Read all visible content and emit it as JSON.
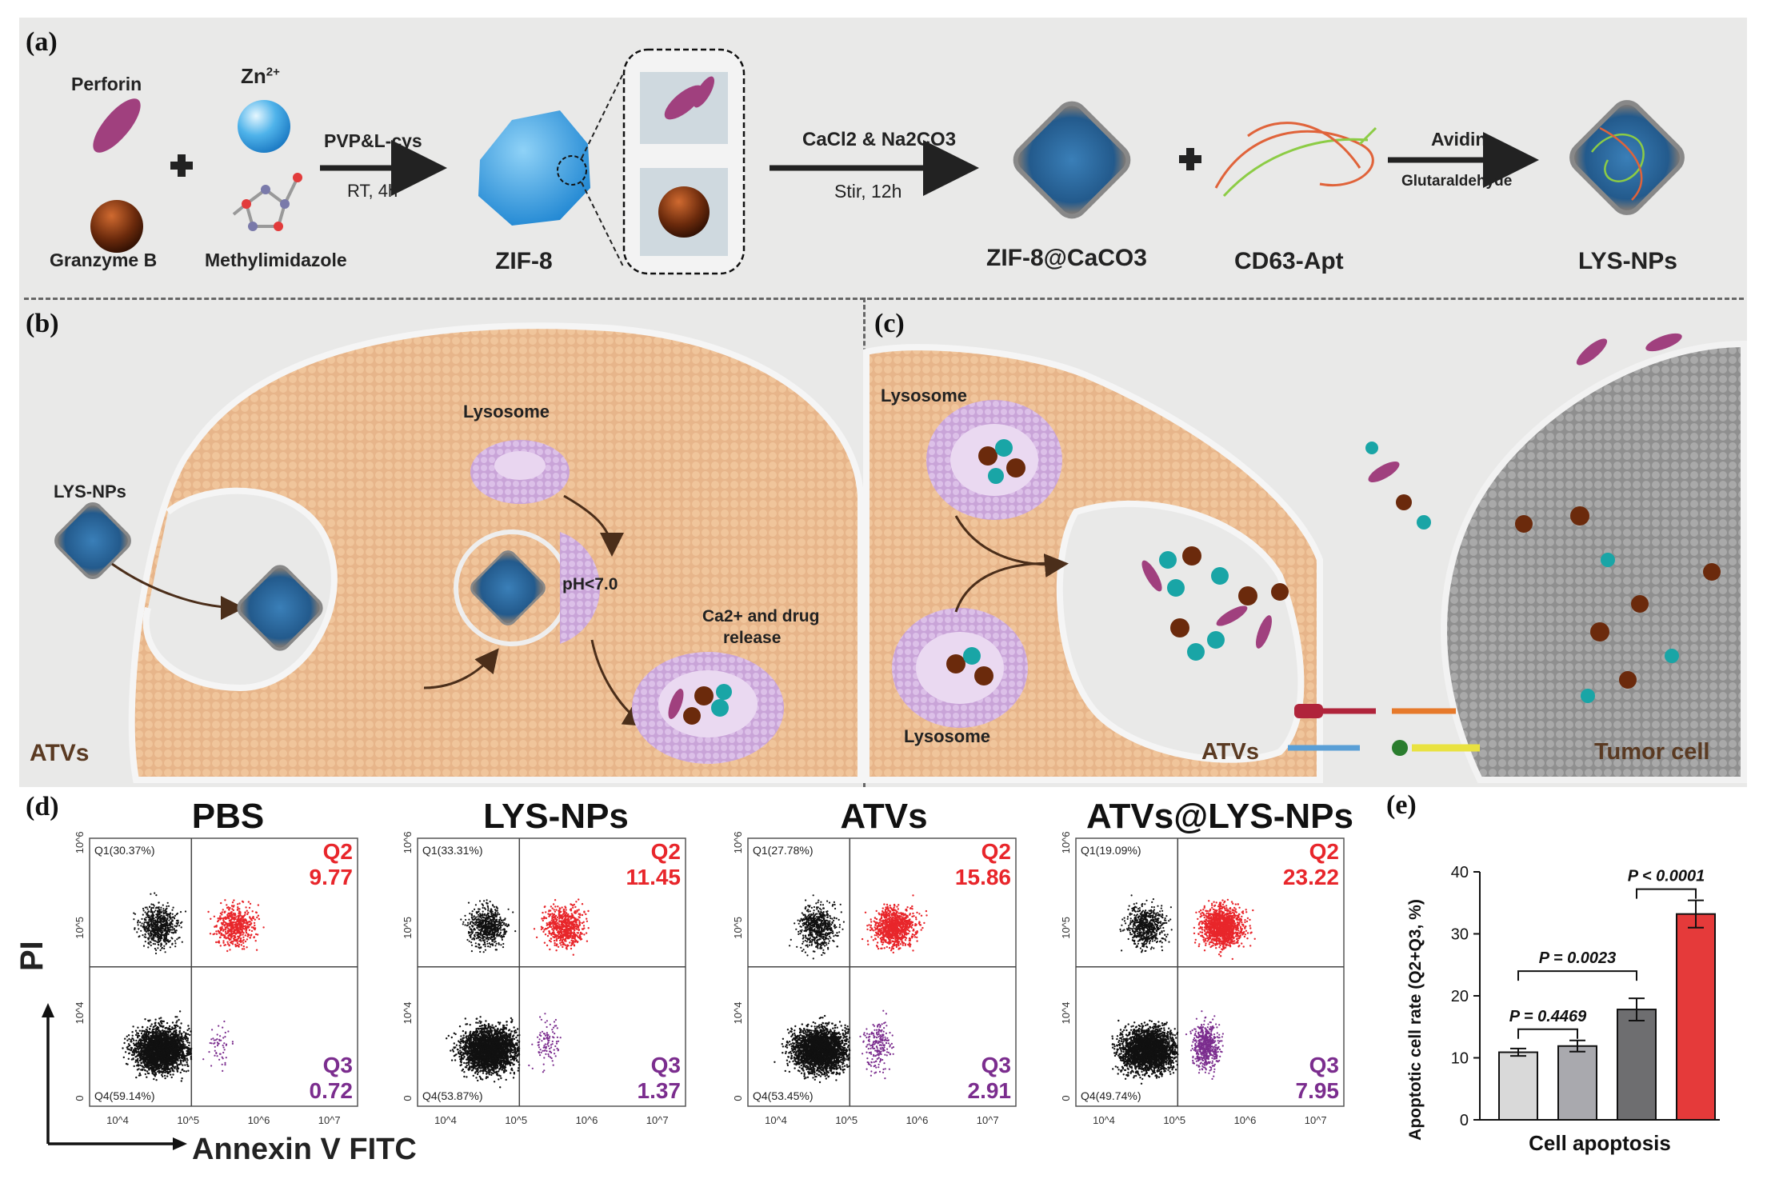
{
  "panel_labels": {
    "a": "(a)",
    "b": "(b)",
    "c": "(c)",
    "d": "(d)",
    "e": "(e)"
  },
  "panel_a": {
    "perforin": "Perforin",
    "granzyme": "Granzyme B",
    "zn": "Zn",
    "zn_sup": "2+",
    "methylimidazole": "Methylimidazole",
    "step1_top": "PVP&L-cys",
    "step1_bottom": "RT, 4h",
    "zif8": "ZIF-8",
    "step2_top": "CaCl2 & Na2CO3",
    "step2_bottom": "Stir, 12h",
    "zif8caco3": "ZIF-8@CaCO3",
    "cd63": "CD63-Apt",
    "step3_top": "Avidin",
    "step3_bottom": "Glutaraldehyde",
    "lysnps": "LYS-NPs",
    "plus": "✚"
  },
  "panel_b": {
    "lysosome": "Lysosome",
    "lysnps": "LYS-NPs",
    "ph": "pH<7.0",
    "release_line1": "Ca2+ and drug",
    "release_line2": "release",
    "atvs": "ATVs"
  },
  "panel_c": {
    "lysosome_top": "Lysosome",
    "lysosome_bottom": "Lysosome",
    "atvs": "ATVs",
    "tumor": "Tumor cell"
  },
  "panel_d": {
    "y_axis": "PI",
    "x_axis": "Annexin V FITC",
    "plots": [
      {
        "title": "PBS",
        "q1": "Q1(30.37%)",
        "q4": "Q4(59.14%)",
        "q2_label": "Q2",
        "q2": "9.77",
        "q3_label": "Q3",
        "q3": "0.72"
      },
      {
        "title": "LYS-NPs",
        "q1": "Q1(33.31%)",
        "q4": "Q4(53.87%)",
        "q2_label": "Q2",
        "q2": "11.45",
        "q3_label": "Q3",
        "q3": "1.37"
      },
      {
        "title": "ATVs",
        "q1": "Q1(27.78%)",
        "q4": "Q4(53.45%)",
        "q2_label": "Q2",
        "q2": "15.86",
        "q3_label": "Q3",
        "q3": "2.91"
      },
      {
        "title": "ATVs@LYS-NPs",
        "q1": "Q1(19.09%)",
        "q4": "Q4(49.74%)",
        "q2_label": "Q2",
        "q2": "23.22",
        "q3_label": "Q3",
        "q3": "7.95"
      }
    ],
    "x_ticks": [
      "10^4",
      "10^5",
      "10^6",
      "10^7"
    ],
    "y_ticks": [
      "0",
      "10^4",
      "10^5",
      "10^6"
    ],
    "colors": {
      "q2": "#e8262b",
      "q3": "#7b2d8e",
      "dots": "#111111"
    }
  },
  "chart_data": {
    "type": "bar",
    "categories": [
      "",
      "",
      "",
      ""
    ],
    "values": [
      10.9,
      11.9,
      17.8,
      33.2
    ],
    "errors": [
      0.6,
      0.9,
      1.8,
      2.2
    ],
    "xlabel": "Cell apoptosis",
    "ylabel": "Apoptotic cell rate (Q2+Q3, %)",
    "ylim": [
      0,
      40
    ],
    "yticks": [
      0,
      10,
      20,
      30,
      40
    ],
    "colors": [
      "#d9d9d9",
      "#a9a9ae",
      "#6e6e70",
      "#e53a3a"
    ],
    "annotations": [
      {
        "text": "P = 0.4469",
        "from": 0,
        "to": 1
      },
      {
        "text": "P = 0.0023",
        "from": 0,
        "to": 2
      },
      {
        "text": "P < 0.0001",
        "from": 2,
        "to": 3
      }
    ]
  }
}
